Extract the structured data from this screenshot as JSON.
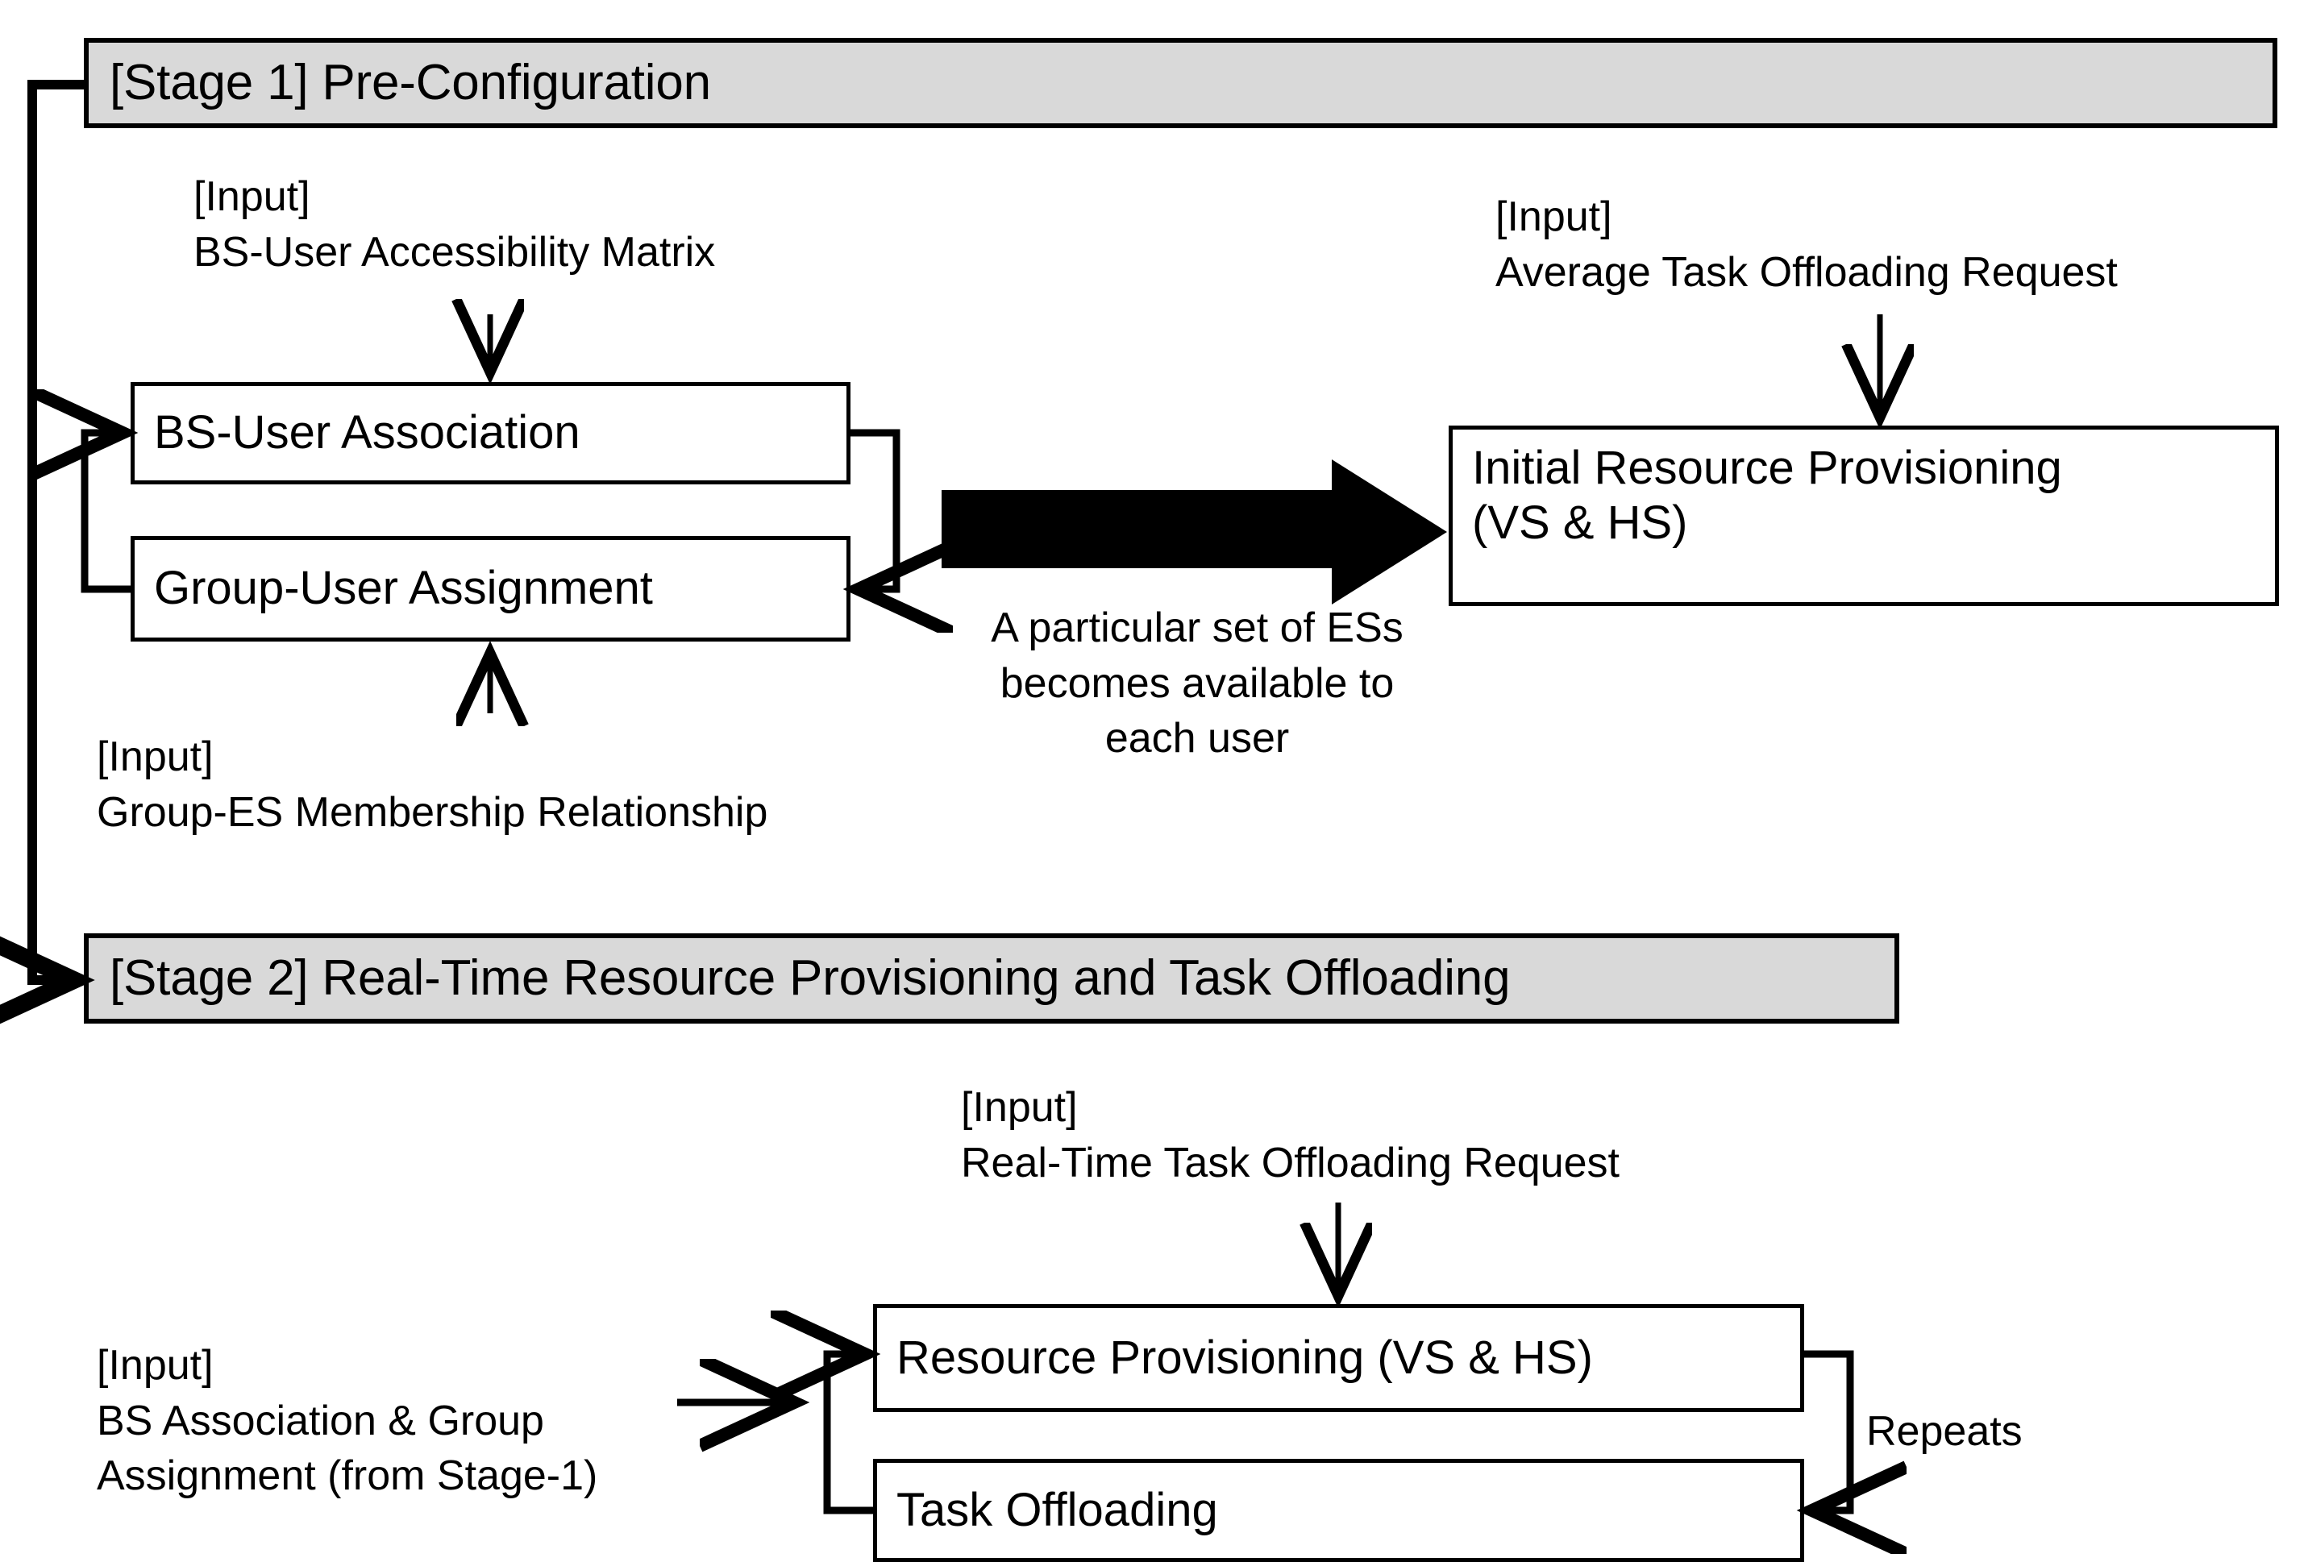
{
  "diagram": {
    "title_stage1": "[Stage 1] Pre-Configuration",
    "title_stage2": "[Stage 2] Real-Time Resource Provisioning and Task Offloading",
    "colors": {
      "stage_header_fill": "#d9d9d9",
      "stroke": "#000000",
      "box_fill": "#ffffff",
      "background": "#ffffff"
    }
  },
  "stage1": {
    "header_label": "[Stage 1] Pre-Configuration",
    "inputs": {
      "bs_user_matrix": "[Input]\nBS-User Accessibility Matrix",
      "group_es_membership": "[Input]\nGroup-ES Membership Relationship",
      "average_task_request": "[Input]\nAverage Task Offloading Request"
    },
    "boxes": {
      "bs_user_association": "BS-User Association",
      "group_user_assignment": "Group-User Assignment",
      "initial_resource_provisioning": "Initial Resource Provisioning\n(VS & HS)"
    },
    "transition_caption": "A particular set of ESs\nbecomes available to\neach user"
  },
  "stage2": {
    "header_label": "[Stage 2] Real-Time Resource Provisioning and Task Offloading",
    "inputs": {
      "realtime_task_request": "[Input]\nReal-Time Task Offloading Request",
      "bs_assoc_group_assignment": "[Input]\nBS Association & Group\nAssignment (from Stage-1)"
    },
    "boxes": {
      "resource_provisioning": "Resource Provisioning (VS & HS)",
      "task_offloading": "Task Offloading"
    },
    "loop_label": "Repeats"
  }
}
